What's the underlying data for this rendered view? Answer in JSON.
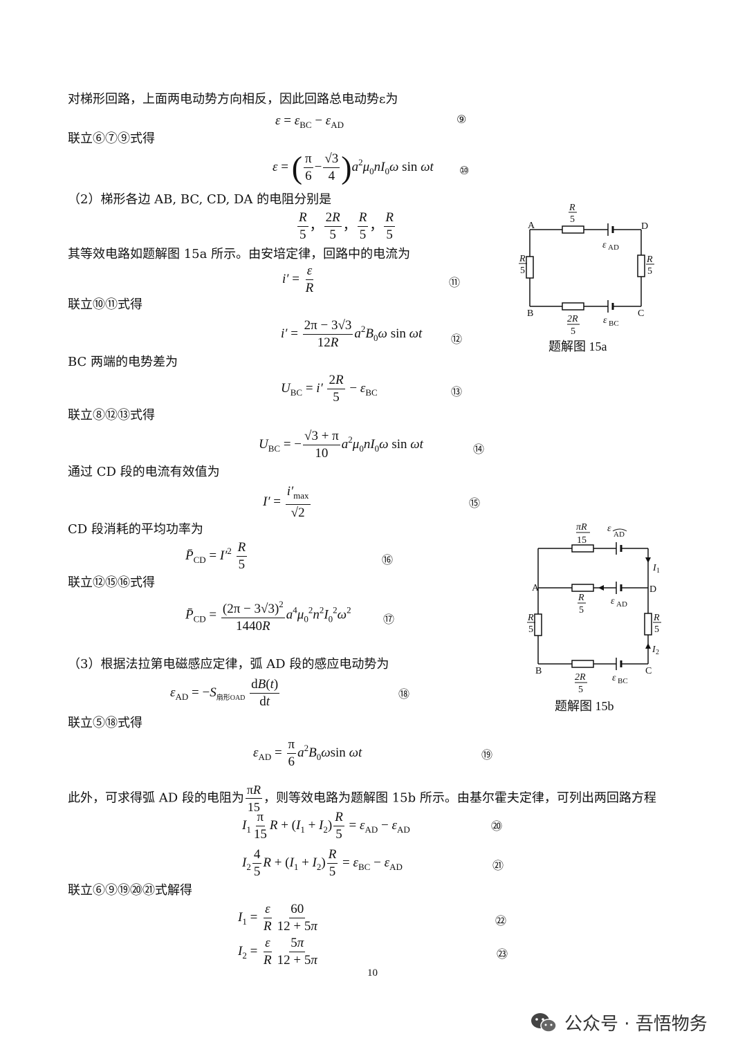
{
  "text": {
    "p1": "对梯形回路，上面两电动势方向相反，因此回路总电动势ε为",
    "p2": "联立⑥⑦⑨式得",
    "p3": "（2）梯形各边 AB, BC, CD, DA 的电阻分别是",
    "p4": "其等效电路如题解图 15a 所示。由安培定律，回路中的电流为",
    "p5": "联立⑩⑪式得",
    "p6": "BC 两端的电势差为",
    "p7": "联立⑧⑫⑬式得",
    "p8": "通过 CD 段的电流有效值为",
    "p9": "CD 段消耗的平均功率为",
    "p10": "联立⑫⑮⑯式得",
    "p11": "（3）根据法拉第电磁感应定律，弧 AD 段的感应电动势为",
    "p12": "联立⑤⑱式得",
    "p13a": "此外，可求得弧 AD 段的电阻为",
    "p13b": "，则等效电路为题解图 15b 所示。由基尔霍夫定律，可列出两回路方程",
    "p14": "联立⑥⑨⑲⑳㉑式解得"
  },
  "eqnums": [
    "⑨",
    "⑩",
    "⑪",
    "⑫",
    "⑬",
    "⑭",
    "⑮",
    "⑯",
    "⑰",
    "⑱",
    "⑲",
    "⑳",
    "㉑",
    "㉒",
    "㉓"
  ],
  "figures": {
    "fig15a": {
      "caption": "题解图 15a",
      "nodes": [
        "A",
        "D",
        "B",
        "C"
      ],
      "labels": {
        "top_R": "R",
        "top_5": "5",
        "emf_top": "ε",
        "emf_top_sub": "AD",
        "left_R": "R",
        "left_5": "5",
        "right_R": "R",
        "right_5": "5",
        "bot_2R": "2R",
        "bot_5": "5",
        "emf_bot": "ε",
        "emf_bot_sub": "BC"
      }
    },
    "fig15b": {
      "caption": "题解图 15b",
      "nodes": [
        "A",
        "D",
        "B",
        "C"
      ],
      "labels": {
        "top_piR": "πR",
        "top_15": "15",
        "emf_top": "ε",
        "emf_top_sub": "AD",
        "I1": "I",
        "I1_sub": "1",
        "mid_R": "R",
        "mid_5": "5",
        "emf_mid": "ε",
        "emf_mid_sub": "AD",
        "left_R": "R",
        "left_5": "5",
        "right_R": "R",
        "right_5": "5",
        "I2": "I",
        "I2_sub": "2",
        "bot_2R": "2R",
        "bot_5": "5",
        "emf_bot": "ε",
        "emf_bot_sub": "BC"
      }
    }
  },
  "page_number": "10",
  "footer": {
    "label": "公众号 · 吾悟物务"
  }
}
